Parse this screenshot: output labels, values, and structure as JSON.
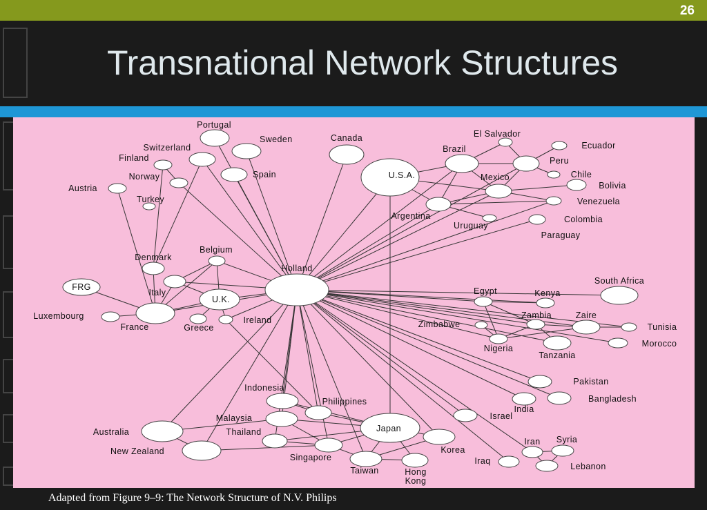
{
  "slide": {
    "page_number": "26",
    "title": "Transnational Network Structures",
    "caption": "Adapted from Figure 9–9: The Network Structure of N.V. Philips"
  },
  "colors": {
    "top_bar": "#85991d",
    "blue_bar": "#1f97d6",
    "diagram_bg": "#f8bedb",
    "slide_bg": "#1b1b1b"
  },
  "diagram": {
    "hub": "Holland",
    "nodes": [
      {
        "id": "portugal",
        "label": "Portugal"
      },
      {
        "id": "sweden",
        "label": "Sweden"
      },
      {
        "id": "switzerland",
        "label": "Switzerland"
      },
      {
        "id": "finland",
        "label": "Finland"
      },
      {
        "id": "spain",
        "label": "Spain"
      },
      {
        "id": "norway",
        "label": "Norway"
      },
      {
        "id": "austria",
        "label": "Austria"
      },
      {
        "id": "turkey",
        "label": "Turkey"
      },
      {
        "id": "canada",
        "label": "Canada"
      },
      {
        "id": "usa",
        "label": "U.S.A."
      },
      {
        "id": "elsalvador",
        "label": "El Salvador"
      },
      {
        "id": "brazil",
        "label": "Brazil"
      },
      {
        "id": "ecuador",
        "label": "Ecuador"
      },
      {
        "id": "peru",
        "label": "Peru"
      },
      {
        "id": "mexico",
        "label": "Mexico"
      },
      {
        "id": "chile",
        "label": "Chile"
      },
      {
        "id": "bolivia",
        "label": "Bolivia"
      },
      {
        "id": "argentina",
        "label": "Argentina"
      },
      {
        "id": "venezuela",
        "label": "Venezuela"
      },
      {
        "id": "uruguay",
        "label": "Uruguay"
      },
      {
        "id": "colombia",
        "label": "Colombia"
      },
      {
        "id": "paraguay",
        "label": "Paraguay"
      },
      {
        "id": "belgium",
        "label": "Belgium"
      },
      {
        "id": "denmark",
        "label": "Denmark"
      },
      {
        "id": "holland",
        "label": "Holland"
      },
      {
        "id": "frg",
        "label": "FRG"
      },
      {
        "id": "italy",
        "label": "Italy"
      },
      {
        "id": "uk",
        "label": "U.K."
      },
      {
        "id": "luxembourg",
        "label": "Luxembourg"
      },
      {
        "id": "france",
        "label": "France"
      },
      {
        "id": "greece",
        "label": "Greece"
      },
      {
        "id": "ireland",
        "label": "Ireland"
      },
      {
        "id": "egypt",
        "label": "Egypt"
      },
      {
        "id": "kenya",
        "label": "Kenya"
      },
      {
        "id": "southafrica",
        "label": "South Africa"
      },
      {
        "id": "zambia",
        "label": "Zambia"
      },
      {
        "id": "zaire",
        "label": "Zaire"
      },
      {
        "id": "zimbabwe",
        "label": "Zimbabwe"
      },
      {
        "id": "tunisia",
        "label": "Tunisia"
      },
      {
        "id": "nigeria",
        "label": "Nigeria"
      },
      {
        "id": "morocco",
        "label": "Morocco"
      },
      {
        "id": "tanzania",
        "label": "Tanzania"
      },
      {
        "id": "pakistan",
        "label": "Pakistan"
      },
      {
        "id": "indonesia",
        "label": "Indonesia"
      },
      {
        "id": "philippines",
        "label": "Philippines"
      },
      {
        "id": "bangladesh",
        "label": "Bangladesh"
      },
      {
        "id": "india",
        "label": "India"
      },
      {
        "id": "malaysia",
        "label": "Malaysia"
      },
      {
        "id": "israel",
        "label": "Israel"
      },
      {
        "id": "australia",
        "label": "Australia"
      },
      {
        "id": "thailand",
        "label": "Thailand"
      },
      {
        "id": "japan",
        "label": "Japan"
      },
      {
        "id": "iran",
        "label": "Iran"
      },
      {
        "id": "syria",
        "label": "Syria"
      },
      {
        "id": "korea",
        "label": "Korea"
      },
      {
        "id": "newzealand",
        "label": "New Zealand"
      },
      {
        "id": "singapore",
        "label": "Singapore"
      },
      {
        "id": "iraq",
        "label": "Iraq"
      },
      {
        "id": "taiwan",
        "label": "Taiwan"
      },
      {
        "id": "hongkong",
        "label": "Hong Kong"
      },
      {
        "id": "lebanon",
        "label": "Lebanon"
      }
    ],
    "edges": [
      [
        "holland",
        "portugal"
      ],
      [
        "holland",
        "sweden"
      ],
      [
        "holland",
        "switzerland"
      ],
      [
        "holland",
        "spain"
      ],
      [
        "holland",
        "norway"
      ],
      [
        "holland",
        "canada"
      ],
      [
        "holland",
        "usa"
      ],
      [
        "holland",
        "brazil"
      ],
      [
        "holland",
        "mexico"
      ],
      [
        "holland",
        "argentina"
      ],
      [
        "holland",
        "venezuela"
      ],
      [
        "holland",
        "colombia"
      ],
      [
        "holland",
        "belgium"
      ],
      [
        "holland",
        "uk"
      ],
      [
        "holland",
        "italy"
      ],
      [
        "holland",
        "france"
      ],
      [
        "holland",
        "egypt"
      ],
      [
        "holland",
        "kenya"
      ],
      [
        "holland",
        "southafrica"
      ],
      [
        "holland",
        "zambia"
      ],
      [
        "holland",
        "zaire"
      ],
      [
        "holland",
        "tunisia"
      ],
      [
        "holland",
        "nigeria"
      ],
      [
        "holland",
        "morocco"
      ],
      [
        "holland",
        "tanzania"
      ],
      [
        "holland",
        "pakistan"
      ],
      [
        "holland",
        "bangladesh"
      ],
      [
        "holland",
        "india"
      ],
      [
        "holland",
        "israel"
      ],
      [
        "holland",
        "iran"
      ],
      [
        "holland",
        "iraq"
      ],
      [
        "holland",
        "indonesia"
      ],
      [
        "holland",
        "philippines"
      ],
      [
        "holland",
        "malaysia"
      ],
      [
        "holland",
        "thailand"
      ],
      [
        "holland",
        "singapore"
      ],
      [
        "holland",
        "taiwan"
      ],
      [
        "holland",
        "korea"
      ],
      [
        "holland",
        "australia"
      ],
      [
        "holland",
        "newzealand"
      ],
      [
        "holland",
        "ireland"
      ],
      [
        "holland",
        "peru"
      ],
      [
        "usa",
        "brazil"
      ],
      [
        "usa",
        "mexico"
      ],
      [
        "usa",
        "japan"
      ],
      [
        "usa",
        "argentina"
      ],
      [
        "brazil",
        "elsalvador"
      ],
      [
        "brazil",
        "argentina"
      ],
      [
        "brazil",
        "mexico"
      ],
      [
        "brazil",
        "peru"
      ],
      [
        "peru",
        "ecuador"
      ],
      [
        "peru",
        "chile"
      ],
      [
        "peru",
        "elsalvador"
      ],
      [
        "mexico",
        "bolivia"
      ],
      [
        "mexico",
        "argentina"
      ],
      [
        "mexico",
        "venezuela"
      ],
      [
        "argentina",
        "venezuela"
      ],
      [
        "argentina",
        "uruguay"
      ],
      [
        "venezuela",
        "paraguay"
      ],
      [
        "peru",
        "mexico"
      ],
      [
        "switzerland",
        "denmark"
      ],
      [
        "finland",
        "denmark"
      ],
      [
        "austria",
        "france"
      ],
      [
        "norway",
        "finland"
      ],
      [
        "belgium",
        "italy"
      ],
      [
        "belgium",
        "france"
      ],
      [
        "belgium",
        "uk"
      ],
      [
        "denmark",
        "france"
      ],
      [
        "frg",
        "france"
      ],
      [
        "italy",
        "france"
      ],
      [
        "uk",
        "france"
      ],
      [
        "uk",
        "italy"
      ],
      [
        "luxembourg",
        "france"
      ],
      [
        "uk",
        "greece"
      ],
      [
        "uk",
        "ireland"
      ],
      [
        "ireland",
        "philippines"
      ],
      [
        "egypt",
        "kenya"
      ],
      [
        "egypt",
        "zambia"
      ],
      [
        "egypt",
        "nigeria"
      ],
      [
        "zambia",
        "zaire"
      ],
      [
        "zambia",
        "nigeria"
      ],
      [
        "zambia",
        "tanzania"
      ],
      [
        "zimbabwe",
        "nigeria"
      ],
      [
        "zaire",
        "tunisia"
      ],
      [
        "zaire",
        "nigeria"
      ],
      [
        "japan",
        "indonesia"
      ],
      [
        "japan",
        "malaysia"
      ],
      [
        "japan",
        "thailand"
      ],
      [
        "japan",
        "korea"
      ],
      [
        "japan",
        "taiwan"
      ],
      [
        "japan",
        "singapore"
      ],
      [
        "japan",
        "hongkong"
      ],
      [
        "japan",
        "philippines"
      ],
      [
        "korea",
        "taiwan"
      ],
      [
        "taiwan",
        "hongkong"
      ],
      [
        "singapore",
        "taiwan"
      ],
      [
        "australia",
        "newzealand"
      ],
      [
        "thailand",
        "singapore"
      ],
      [
        "newzealand",
        "singapore"
      ],
      [
        "australia",
        "malaysia"
      ],
      [
        "iran",
        "syria"
      ],
      [
        "iran",
        "lebanon"
      ],
      [
        "syria",
        "lebanon"
      ],
      [
        "malaysia",
        "singapore"
      ],
      [
        "indonesia",
        "philippines"
      ]
    ]
  }
}
